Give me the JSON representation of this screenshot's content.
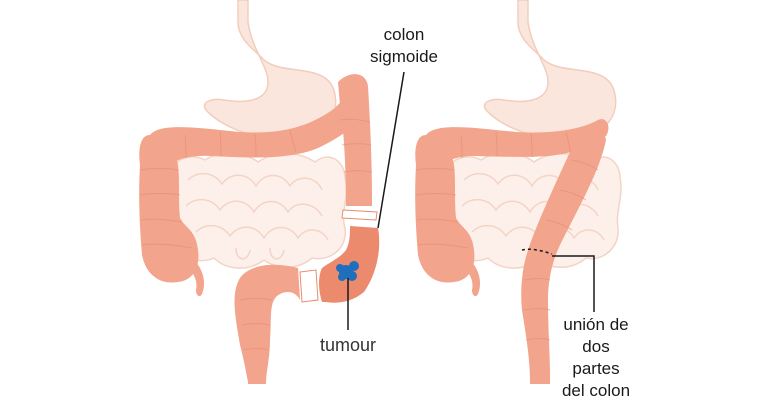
{
  "labels": {
    "sigmoid_line1": "colon",
    "sigmoid_line2": "sigmoide",
    "tumour": "tumour",
    "join_line1": "unión de",
    "join_line2": "dos",
    "join_line3": "partes",
    "join_line4": "del colon"
  },
  "colors": {
    "stomach": "#fae6dc",
    "stomach_outline": "#f2cdbd",
    "small_intestine": "#fdf0ea",
    "small_intestine_outline": "#f3d4c6",
    "colon": "#f2a48c",
    "colon_dark": "#e98c70",
    "sigmoid_highlight": "#ec8a6e",
    "tumour": "#1f6fbd",
    "leader_line": "#1a1a1a"
  }
}
